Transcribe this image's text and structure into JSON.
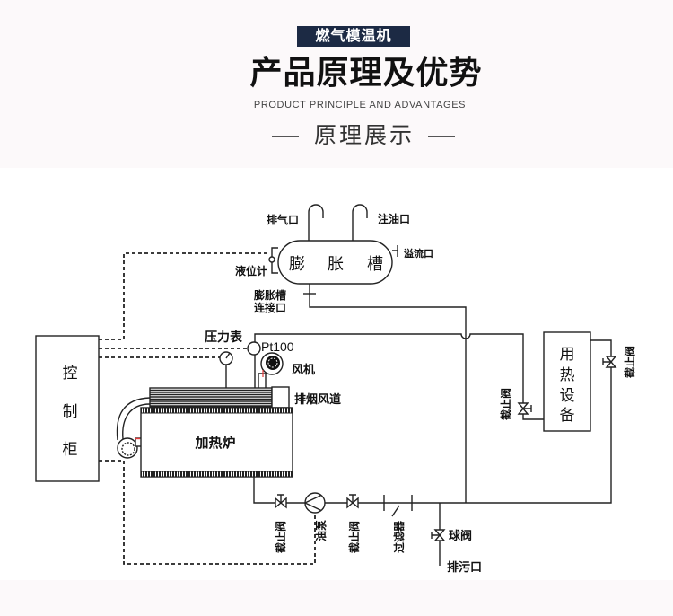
{
  "colors": {
    "header_bg": "#fcf9fa",
    "badge_bg": "#1c2a44",
    "badge_text": "#ffffff",
    "line": "#222222",
    "accent_mark": "#e23a3a"
  },
  "header": {
    "badge": "燃气模温机",
    "title": "产品原理及优势",
    "subtitle": "PRODUCT PRINCIPLE AND ADVANTAGES",
    "section_title": "原理展示"
  },
  "diagram": {
    "control_cabinet": {
      "chars": [
        "控",
        "制",
        "柜"
      ]
    },
    "expansion_tank": {
      "chars": [
        "膨",
        "胀",
        "槽"
      ],
      "vent_label": "排气口",
      "fill_label": "注油口",
      "overflow_label": "溢流口",
      "level_gauge_label": "液位计",
      "connection_label": [
        "膨胀槽",
        "连接口"
      ]
    },
    "pressure_gauge_label": "压力表",
    "temperature_sensor_label": "Pt100",
    "fan_label": "风机",
    "flue_label": "排烟风道",
    "heater_label": "加热炉",
    "equipment": {
      "chars": [
        "用",
        "热",
        "设",
        "备"
      ]
    },
    "pump_label": "油泵",
    "filter_label": "过滤器",
    "ball_valve_label": "球阀",
    "drain_label": "排污口",
    "stop_valves": [
      {
        "label": "截止阀"
      },
      {
        "label": "截止阀"
      },
      {
        "label": "截止阀"
      },
      {
        "label": "截止阀"
      }
    ]
  }
}
